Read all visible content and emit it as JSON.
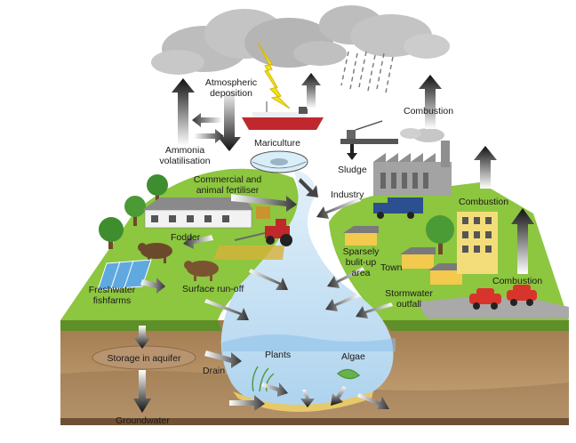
{
  "labels": {
    "atmospheric_deposition": "Atmospheric\ndeposition",
    "combustion_top": "Combustion",
    "mariculture": "Mariculture",
    "ammonia_volatilisation": "Ammonia\nvolatilisation",
    "sludge": "Sludge",
    "commercial_fertiliser": "Commercial and\nanimal fertiliser",
    "industry": "Industry",
    "combustion_mid": "Combustion",
    "fodder": "Fodder",
    "sparsely_built_up": "Sparsely\nbulit-up\narea",
    "town": "Town",
    "combustion_right": "Combustion",
    "freshwater_fishfarms": "Freshwater\nfishfarms",
    "surface_runoff": "Surface run-off",
    "stormwater_outfall": "Stormwater\noutfall",
    "storage_in_aquifer": "Storage in aquifer",
    "plants": "Plants",
    "algae": "Algae",
    "drain": "Drain",
    "groundwater": "Groundwater"
  },
  "colors": {
    "land_green": "#8dc63f",
    "water_blue": "#cfe6f5",
    "soil_brown": "#b08a5f",
    "cloud_grey": "#b9b9b9"
  }
}
